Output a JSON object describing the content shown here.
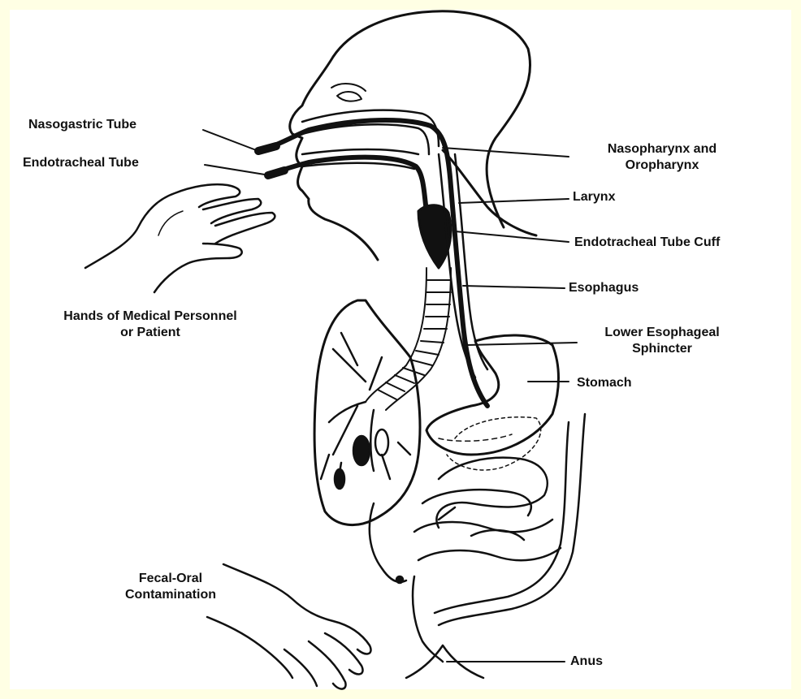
{
  "labels": {
    "nasogastric_tube": "Nasogastric Tube",
    "endotracheal_tube": "Endotracheal Tube",
    "nasopharynx_line1": "Nasopharynx and",
    "nasopharynx_line2": "Oropharynx",
    "larynx": "Larynx",
    "et_cuff": "Endotracheal Tube Cuff",
    "esophagus": "Esophagus",
    "les_line1": "Lower Esophageal",
    "les_line2": "Sphincter",
    "stomach": "Stomach",
    "hands_line1": "Hands of Medical Personnel",
    "hands_line2": "or Patient",
    "fecal_line1": "Fecal-Oral",
    "fecal_line2": "Contamination",
    "anus": "Anus"
  },
  "colors": {
    "frame": "#ffffe4",
    "ink": "#111111",
    "background": "#ffffff"
  }
}
